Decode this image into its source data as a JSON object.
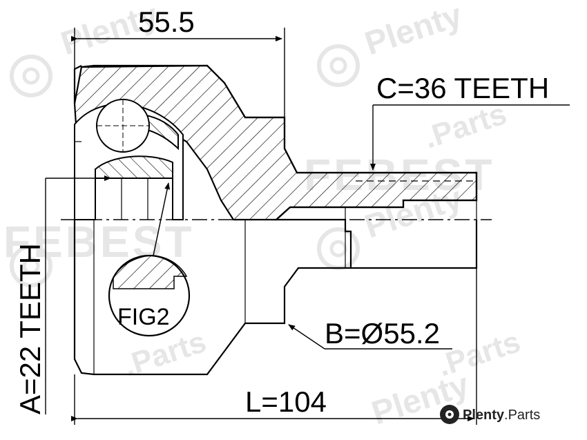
{
  "dimensions": {
    "top_width": "55.5",
    "total_length": "L=104",
    "outer_teeth": "C=36 TEETH",
    "inner_teeth": "A=22 TEETH",
    "outer_diameter": "B=Ø55.2"
  },
  "figure_label": "FIG2",
  "watermark": {
    "site": "Plenty",
    "site_suffix": ".Parts",
    "brand": "FEBEST"
  },
  "footer_brand": {
    "name": "Plenty",
    "suffix": ".Parts",
    "icon": "plenty-logo-icon"
  },
  "colors": {
    "line": "#000000",
    "watermark": "#e6e6e6",
    "background": "#ffffff"
  }
}
